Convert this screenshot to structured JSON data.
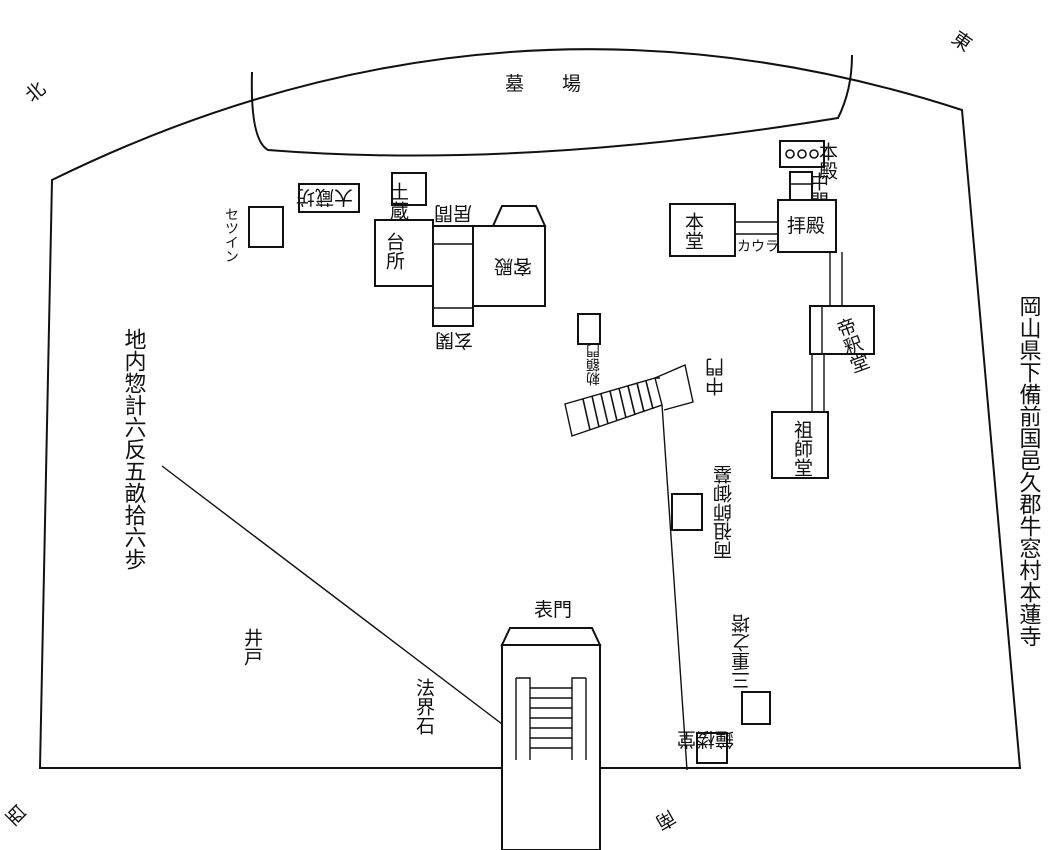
{
  "directions": {
    "north": "北",
    "east": "東",
    "south": "南",
    "west": "西"
  },
  "title": "岡山県下備前国邑久郡牛窓村本蓮寺",
  "area_note": "地内惣計六反五畝拾六歩",
  "labels": {
    "graveyard": "墓　　場",
    "honden": "本殿",
    "chumon_top": "中門",
    "haiden": "拝殿",
    "hondo": "本堂",
    "kaura": "カウラ",
    "taishakudo": "帝釈堂",
    "soshido": "祖師堂",
    "chumon_mid": "中門",
    "soshi_byo": "両祖師御墓",
    "sanjunoto": "三重之塔",
    "shoro": "鐘楼堂",
    "omote_mon": "表門",
    "ido": "井戸",
    "hokaiseki": "法界石",
    "setsuin": "セツイン",
    "bozo": "大蔵坊",
    "dozo": "土蔵",
    "idokoro": "居間",
    "daidokoro": "台所",
    "genkan": "玄関",
    "kyakuden": "客殿",
    "chokugakumon": "勅額門"
  }
}
